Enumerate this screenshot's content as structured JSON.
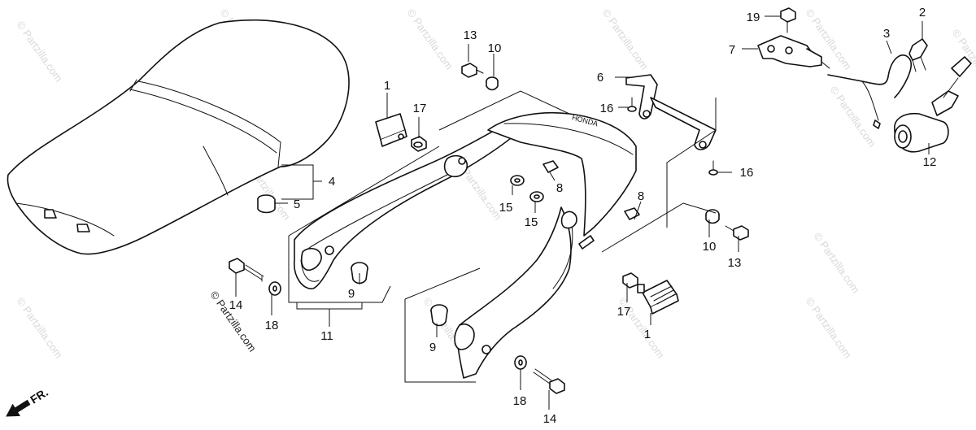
{
  "watermarks": [
    "© Partzilla.com",
    "© Partzilla.com",
    "© Partzilla.com",
    "© Partzilla.com",
    "© Partzilla.com",
    "© Partzilla.com",
    "© Partzilla.com",
    "© Partzilla.com",
    "© Partzilla.com",
    "© Partzilla.com",
    "© Partzilla.com",
    "© Partzilla.com",
    "© Partzilla.com",
    "© Partzilla.com"
  ],
  "copyright": "© Partzilla.com",
  "direction_label": "FR.",
  "callouts": [
    "1",
    "1",
    "2",
    "3",
    "4",
    "5",
    "6",
    "7",
    "8",
    "8",
    "9",
    "9",
    "10",
    "10",
    "11",
    "12",
    "13",
    "13",
    "14",
    "14",
    "15",
    "15",
    "16",
    "16",
    "17",
    "17",
    "18",
    "18",
    "19"
  ],
  "colors": {
    "line": "#111111",
    "watermark": "#d9d9d9",
    "background": "#ffffff"
  }
}
